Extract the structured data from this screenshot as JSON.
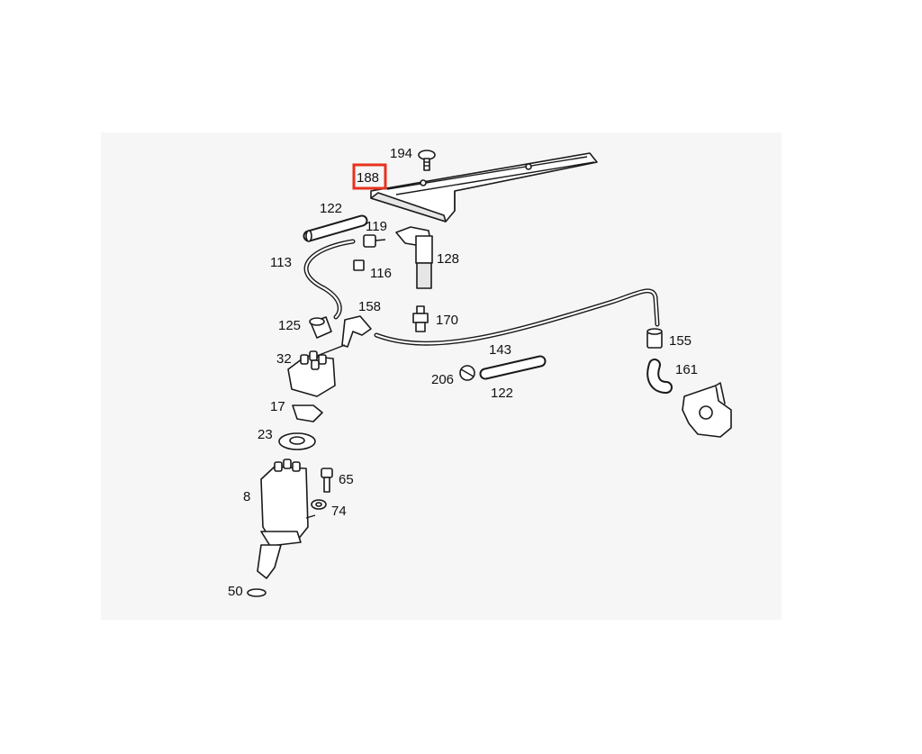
{
  "diagram": {
    "highlight_color": "#e8321e",
    "highlighted_part": "188",
    "callouts": [
      {
        "id": "194",
        "label": "194"
      },
      {
        "id": "188",
        "label": "188"
      },
      {
        "id": "122a",
        "label": "122"
      },
      {
        "id": "119",
        "label": "119"
      },
      {
        "id": "113",
        "label": "113"
      },
      {
        "id": "116",
        "label": "116"
      },
      {
        "id": "128",
        "label": "128"
      },
      {
        "id": "158",
        "label": "158"
      },
      {
        "id": "170",
        "label": "170"
      },
      {
        "id": "125",
        "label": "125"
      },
      {
        "id": "143",
        "label": "143"
      },
      {
        "id": "155",
        "label": "155"
      },
      {
        "id": "32",
        "label": "32"
      },
      {
        "id": "161",
        "label": "161"
      },
      {
        "id": "206",
        "label": "206"
      },
      {
        "id": "122b",
        "label": "122"
      },
      {
        "id": "17",
        "label": "17"
      },
      {
        "id": "23",
        "label": "23"
      },
      {
        "id": "65",
        "label": "65"
      },
      {
        "id": "8",
        "label": "8"
      },
      {
        "id": "74",
        "label": "74"
      },
      {
        "id": "50",
        "label": "50"
      }
    ]
  }
}
